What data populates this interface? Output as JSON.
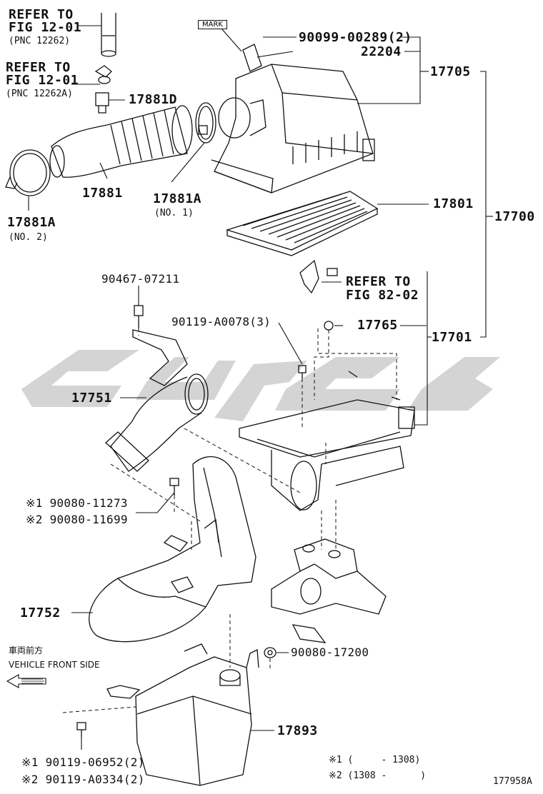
{
  "diagram_id": "177958A",
  "watermark_color": "#d4d4d4",
  "line_color": "#111111",
  "refs": {
    "r1_a": "REFER TO",
    "r1_b": "FIG 12-01",
    "r1_c": "(PNC 12262)",
    "r2_a": "REFER TO",
    "r2_b": "FIG 12-01",
    "r2_c": "(PNC 12262A)",
    "r3_a": "REFER TO",
    "r3_b": "FIG 82-02"
  },
  "mark_label": "MARK",
  "parts": {
    "p_90099": "90099-00289(2)",
    "p_22204": "22204",
    "p_17705": "17705",
    "p_17881D": "17881D",
    "p_17881": "17881",
    "p_17881A_1": "17881A",
    "p_17881A_1_note": "(NO. 1)",
    "p_17881A_2": "17881A",
    "p_17881A_2_note": "(NO. 2)",
    "p_17801": "17801",
    "p_17700": "17700",
    "p_90467": "90467-07211",
    "p_90119_A0078": "90119-A0078(3)",
    "p_17765": "17765",
    "p_17701": "17701",
    "p_17751": "17751",
    "p_bolt1": "※1 90080-11273",
    "p_bolt2": "※2 90080-11699",
    "p_17752": "17752",
    "p_90080_17200": "90080-17200",
    "p_17893": "17893",
    "p_screw1": "※1 90119-06952(2)",
    "p_screw2": "※2 90119-A0334(2)"
  },
  "notes": {
    "front_jp": "車両前方",
    "front_en": "VEHICLE FRONT SIDE",
    "n1": "※1 (     - 1308)",
    "n2": "※2 (1308 -      )"
  }
}
